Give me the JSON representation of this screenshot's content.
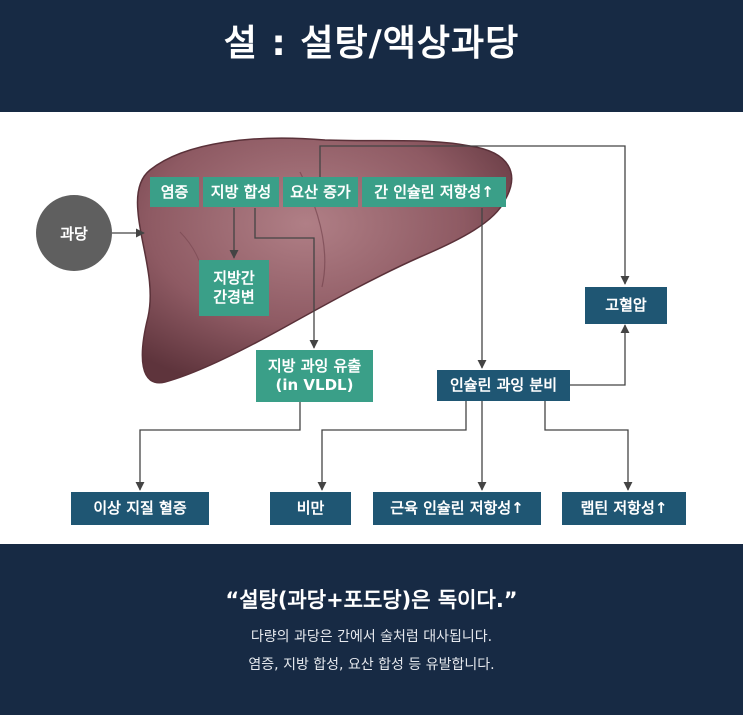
{
  "title": "설 : 설탕/액상과당",
  "diagram": {
    "input": "과당",
    "liver_effects": [
      "염증",
      "지방 합성",
      "요산 증가",
      "간 인슐린 저항성↑"
    ],
    "fatty_liver": "지방간\n간경변",
    "lipid_export": "지방 과잉 유출\n(in VLDL)",
    "hypertension": "고혈압",
    "insulin_excess": "인슐린 과잉 분비",
    "outcomes": [
      "이상 지질 혈증",
      "비만",
      "근육 인슐린 저항성↑",
      "랩틴 저항성↑"
    ]
  },
  "quote": "“설탕(과당+포도당)은 독이다.”",
  "caption": [
    "다량의 과당은 간에서 술처럼 대사됩니다.",
    "염증, 지방 합성, 요산 합성 등 유발합니다."
  ],
  "colors": {
    "teal": "#3a9f88",
    "navy": "#1f5673",
    "background": "#172a44",
    "liver": "#8e5a63"
  }
}
